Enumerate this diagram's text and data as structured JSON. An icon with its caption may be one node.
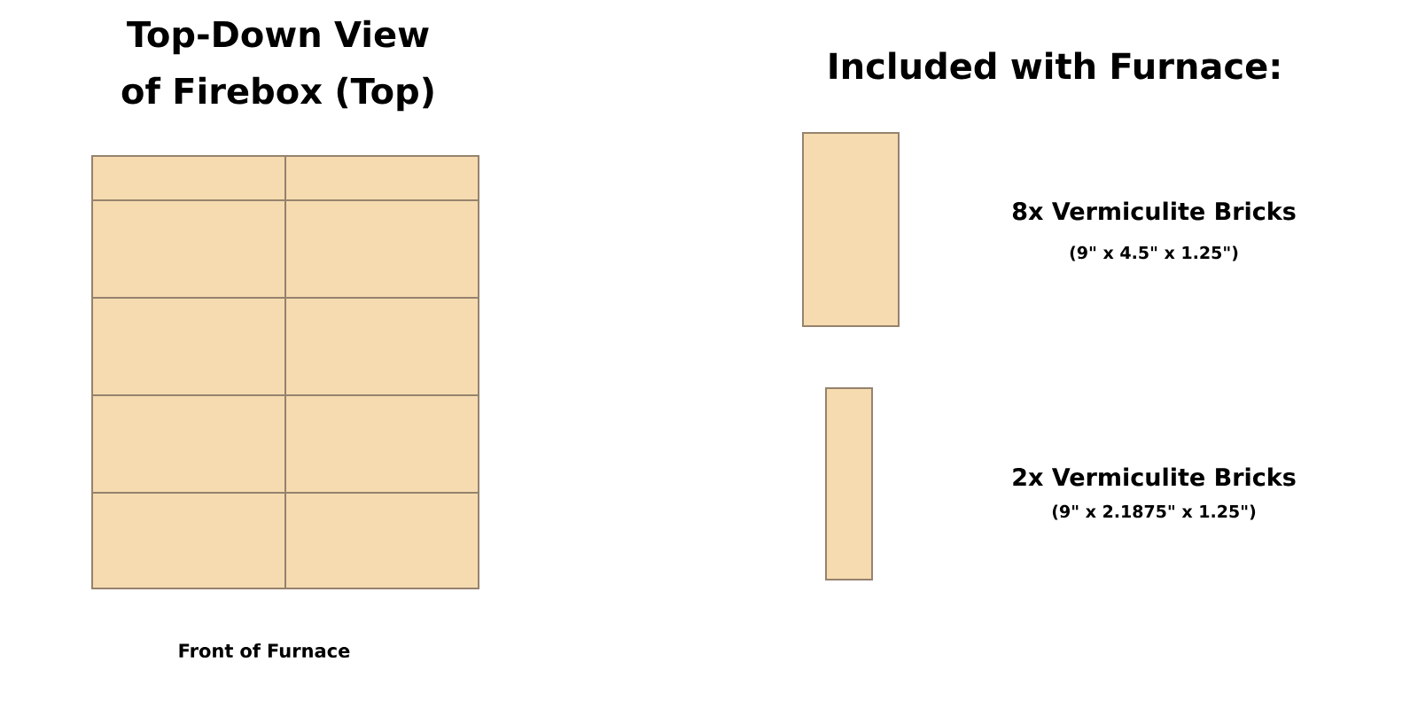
{
  "diagram": {
    "nodes": [
      {
        "text": [],
        "shape": "box"
      },
      {
        "text": [],
        "shape": "box"
      },
      {
        "text": [],
        "shape": "box"
      },
      {
        "text": [],
        "shape": "box"
      },
      {
        "text": [],
        "shape": "box"
      },
      {
        "text": [],
        "shape": "box"
      },
      {
        "text": [],
        "shape": "box"
      },
      {
        "text": [],
        "shape": "box"
      },
      {
        "text": [],
        "shape": "box"
      },
      {
        "text": [],
        "shape": "box"
      },
      {
        "text": [],
        "shape": "box",
        "beside": [
          "8x Vermiculite Bricks",
          "(9\" x 4.5\" x 1.25\")"
        ]
      },
      {
        "text": [],
        "shape": "box",
        "beside": [
          "2x Vermiculite Bricks",
          "(9\" x 2.1875\" x 1.25\")"
        ]
      }
    ],
    "labels": [
      "Top-Down View of Firebox (Top)",
      "Included with Furnace:",
      "Front of Furnace"
    ]
  }
}
